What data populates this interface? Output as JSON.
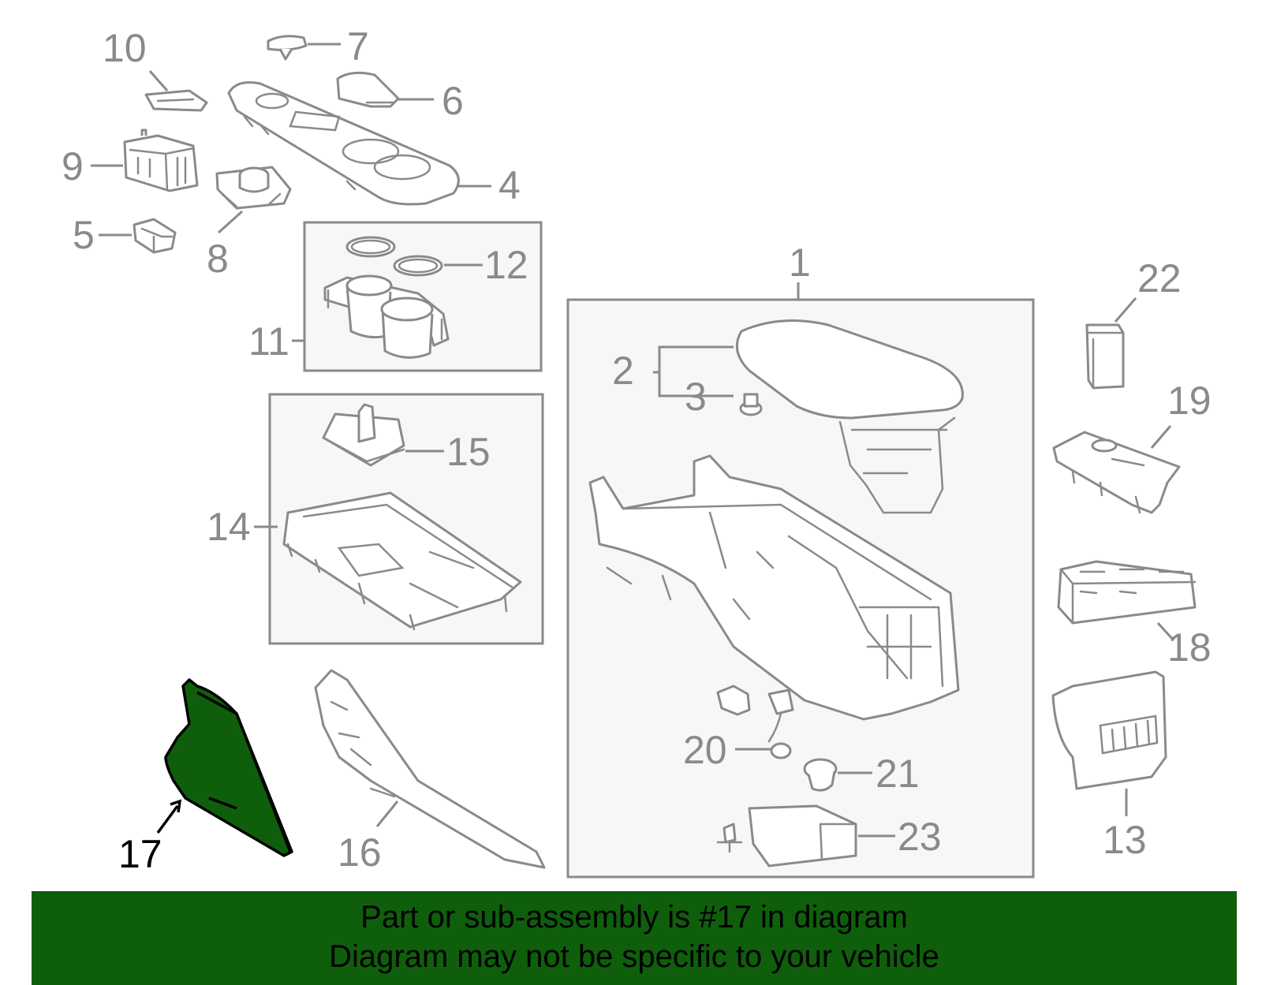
{
  "diagram": {
    "labels": {
      "l1": "1",
      "l2": "2",
      "l3": "3",
      "l4": "4",
      "l5": "5",
      "l6": "6",
      "l7": "7",
      "l8": "8",
      "l9": "9",
      "l10": "10",
      "l11": "11",
      "l12": "12",
      "l13": "13",
      "l14": "14",
      "l15": "15",
      "l16": "16",
      "l17": "17",
      "l18": "18",
      "l19": "19",
      "l20": "20",
      "l21": "21",
      "l22": "22",
      "l23": "23"
    },
    "highlight_color": "#0f5e0b",
    "line_color": "#8a8a8a"
  },
  "banner": {
    "line1": "Part or sub-assembly is #17 in diagram",
    "line2": "Diagram may not be specific to your vehicle"
  }
}
